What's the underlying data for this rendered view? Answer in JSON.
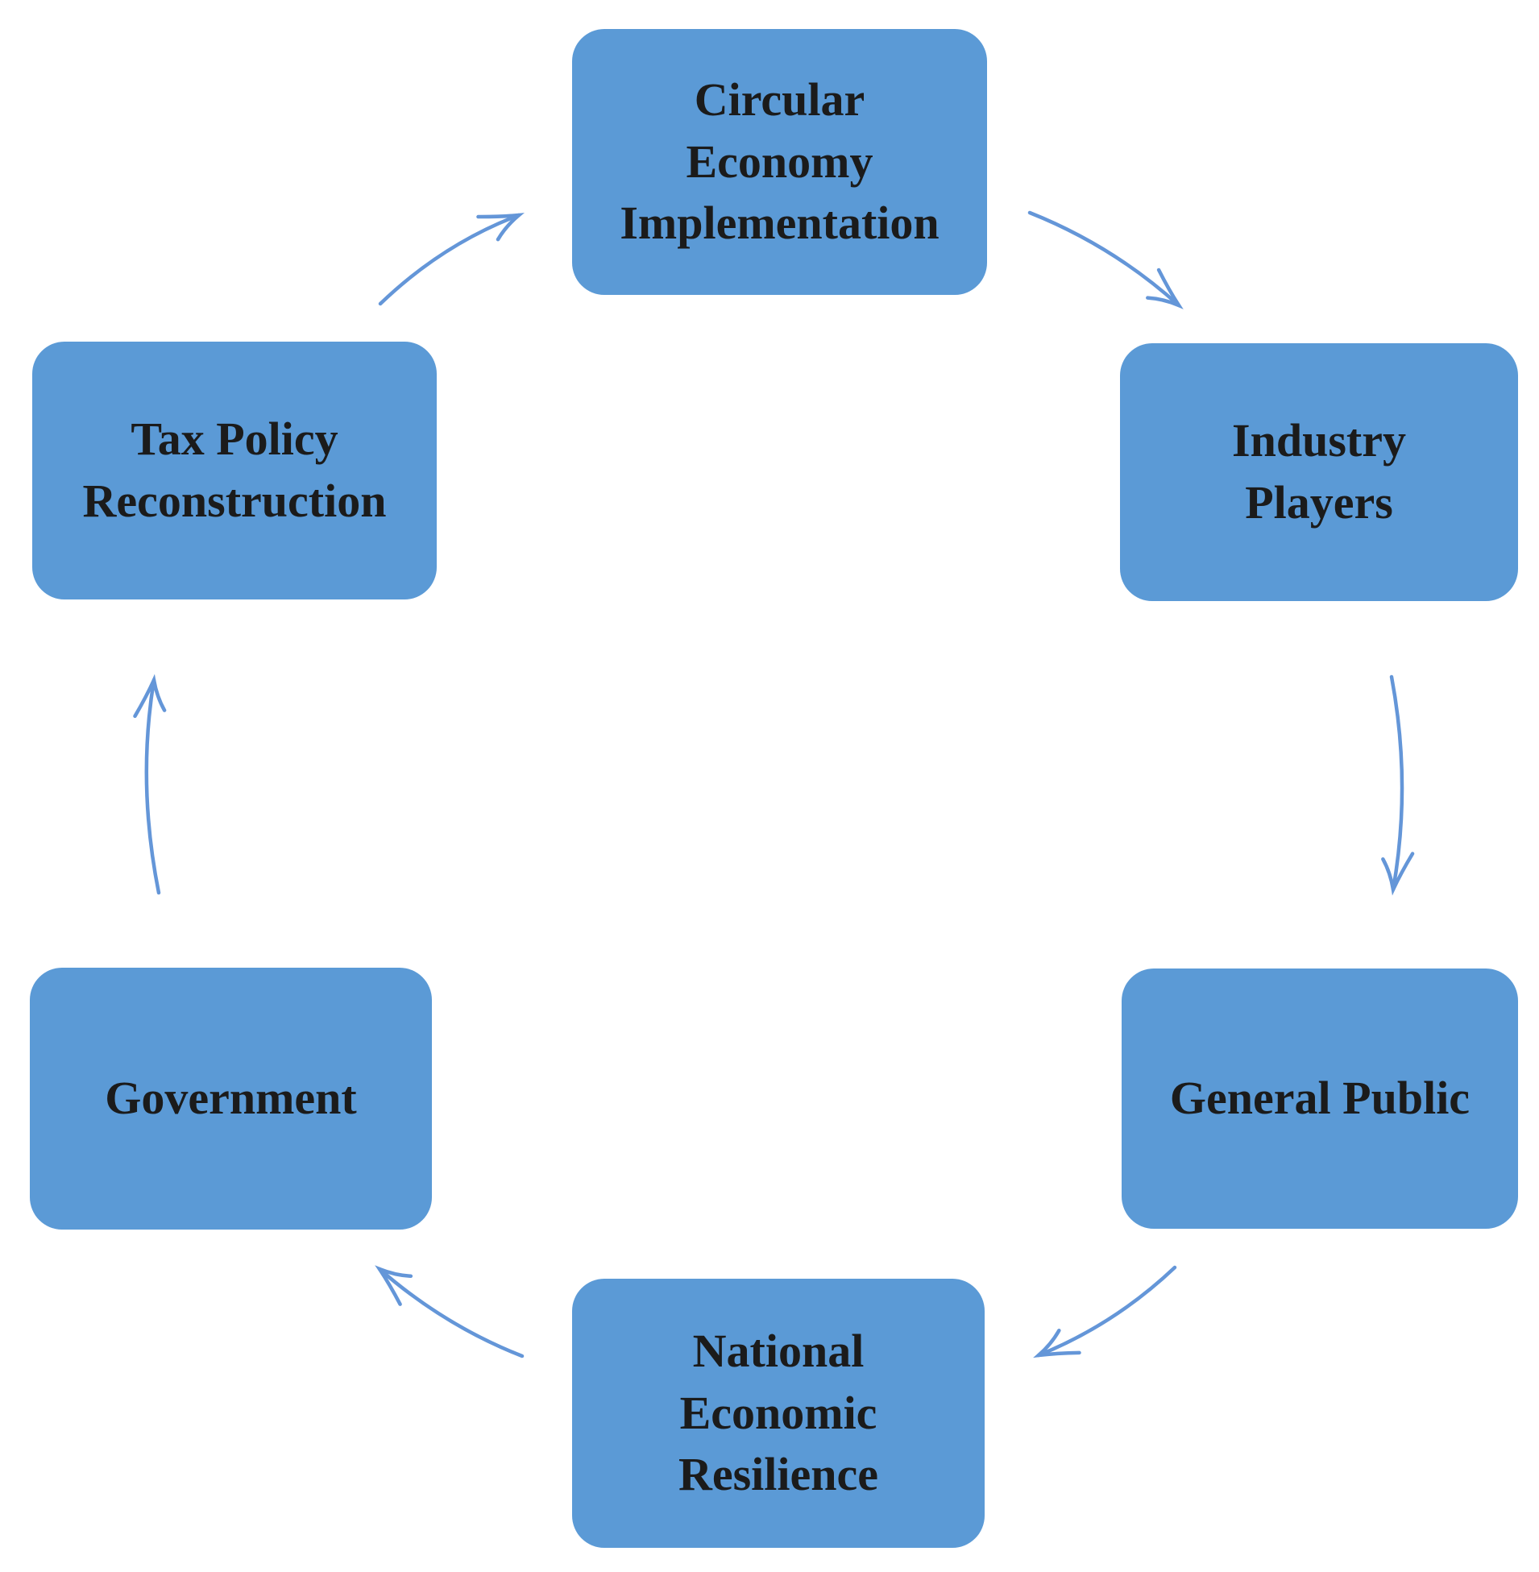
{
  "figure": {
    "type": "cycle-diagram",
    "background": "#ffffff",
    "colors": {
      "node_fill": "#5b9ad6",
      "node_text": "#1b1b1b",
      "arrow": "#6496d8"
    },
    "nodes": [
      {
        "id": "circular-economy-implementation",
        "label": "Circular\nEconomy\nImplementation"
      },
      {
        "id": "industry-players",
        "label": "Industry\nPlayers"
      },
      {
        "id": "general-public",
        "label": "General Public"
      },
      {
        "id": "national-economic-resilience",
        "label": "National\nEconomic\nResilience"
      },
      {
        "id": "government",
        "label": "Government"
      },
      {
        "id": "tax-policy-reconstruction",
        "label": "Tax Policy\nReconstruction"
      }
    ],
    "flow": [
      {
        "from": "circular-economy-implementation",
        "to": "industry-players"
      },
      {
        "from": "industry-players",
        "to": "general-public"
      },
      {
        "from": "general-public",
        "to": "national-economic-resilience"
      },
      {
        "from": "national-economic-resilience",
        "to": "government"
      },
      {
        "from": "government",
        "to": "tax-policy-reconstruction"
      },
      {
        "from": "tax-policy-reconstruction",
        "to": "circular-economy-implementation"
      }
    ]
  }
}
